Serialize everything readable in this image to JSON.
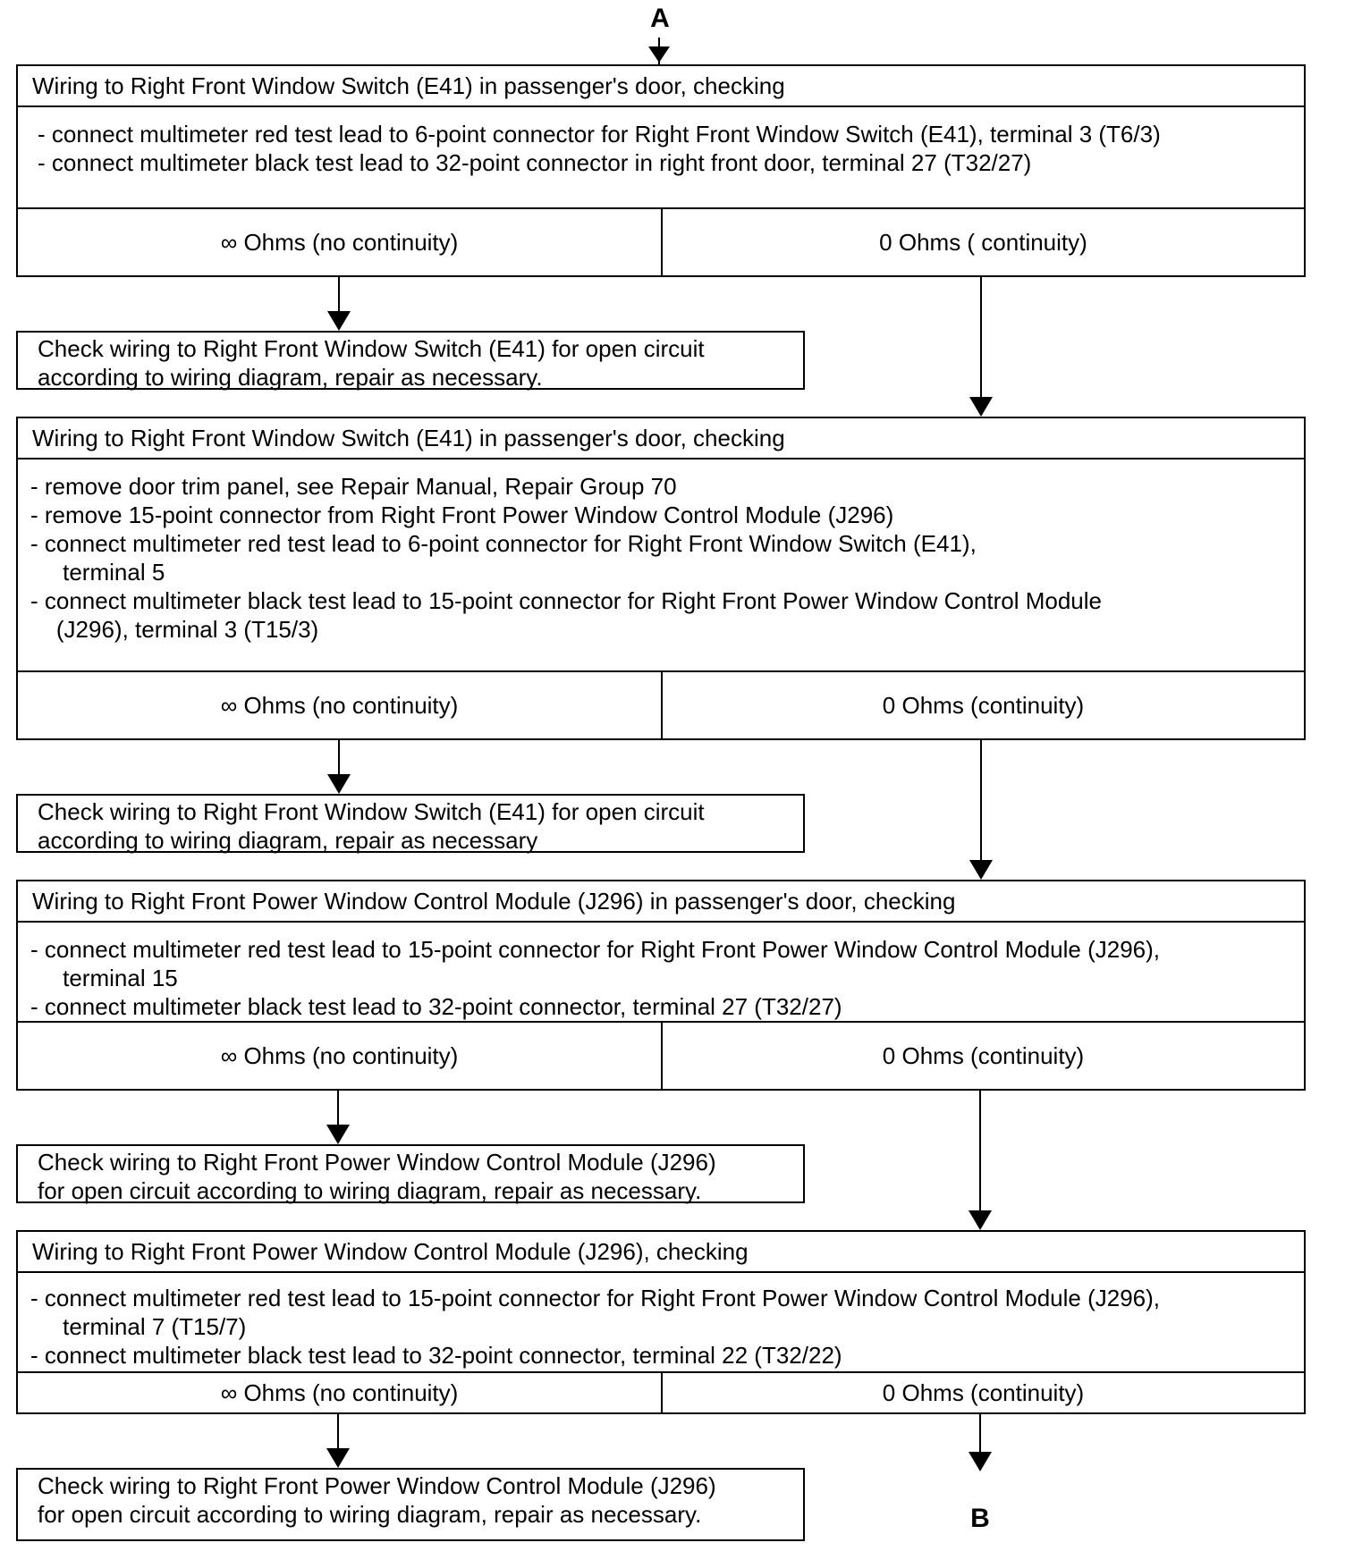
{
  "connectors": {
    "top": "A",
    "bottom": "B"
  },
  "steps": [
    {
      "title": "Wiring to Right Front Window Switch (E41) in passenger's door, checking",
      "lines": [
        "-  connect multimeter red test lead to 6-point connector for Right Front Window Switch (E41), terminal 3 (T6/3)",
        "-  connect multimeter black test lead to 32-point connector in right front door, terminal 27 (T32/27)"
      ],
      "result_left": "∞ Ohms  (no continuity)",
      "result_right": "0 Ohms  ( continuity)",
      "check": [
        "Check wiring to Right Front Window Switch (E41) for open circuit",
        "according to wiring diagram, repair as necessary."
      ]
    },
    {
      "title": "Wiring to Right Front Window Switch (E41) in passenger's door, checking",
      "lines": [
        "-  remove door trim panel, see Repair Manual, Repair Group 70",
        "-  remove 15-point connector from Right Front Power Window Control Module (J296)",
        "-  connect multimeter red test lead to 6-point connector for Right Front Window Switch (E41),",
        "     terminal 5",
        "-  connect multimeter black test lead to 15-point connector for Right Front Power Window Control Module",
        "    (J296), terminal 3 (T15/3)"
      ],
      "result_left": "∞ Ohms  (no continuity)",
      "result_right": "0 Ohms  (continuity)",
      "check": [
        "Check wiring to Right Front Window Switch (E41) for open circuit",
        "according to wiring diagram, repair as necessary"
      ]
    },
    {
      "title": "Wiring to Right Front Power Window Control Module (J296) in passenger's door, checking",
      "lines": [
        "-  connect multimeter red test lead to 15-point connector for Right Front Power Window Control Module (J296),",
        "     terminal 15",
        "-  connect multimeter black test lead to 32-point connector, terminal 27 (T32/27)"
      ],
      "result_left": "∞ Ohms  (no continuity)",
      "result_right": "0 Ohms  (continuity)",
      "check": [
        "Check wiring  to Right Front Power Window Control Module (J296)",
        "for open circuit according to wiring diagram, repair as necessary."
      ]
    },
    {
      "title": "Wiring to Right Front Power Window Control Module (J296), checking",
      "lines": [
        "-  connect multimeter red test lead to 15-point connector for Right Front Power Window Control Module (J296),",
        "     terminal 7 (T15/7)",
        "-  connect multimeter black test lead to 32-point connector, terminal 22 (T32/22)"
      ],
      "result_left": "∞ Ohms  (no continuity)",
      "result_right": "0 Ohms  (continuity)",
      "check": [
        "Check wiring  to Right Front Power Window Control Module (J296)",
        "for open circuit according to wiring diagram, repair as  necessary."
      ]
    }
  ]
}
